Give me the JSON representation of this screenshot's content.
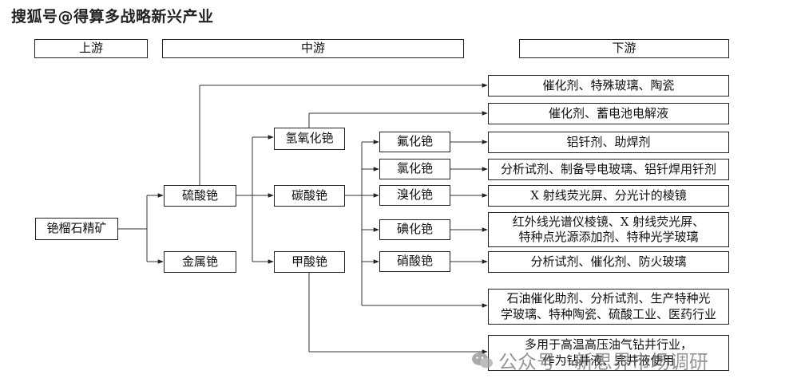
{
  "header": {
    "text": "搜狐号@得算多战略新兴产业"
  },
  "stages": {
    "upstream": "上游",
    "midstream": "中游",
    "downstream": "下游"
  },
  "nodes": {
    "raw": "铯榴石精矿",
    "sulfate": "硫酸铯",
    "metal": "金属铯",
    "hydroxide": "氢氧化铯",
    "carbonate": "碳酸铯",
    "formate": "甲酸铯",
    "fluoride": "氟化铯",
    "chloride": "氯化铯",
    "bromide": "溴化铯",
    "iodide": "碘化铯",
    "nitrate": "硝酸铯"
  },
  "uses": {
    "u1": "催化剂、特殊玻璃、陶瓷",
    "u2": "催化剂、蓄电池电解液",
    "u3": "铝钎剂、助焊剂",
    "u4": "分析试剂、制备导电玻璃、铝钎焊用钎剂",
    "u5": "X 射线荧光屏、分光计的棱镜",
    "u6a": "红外线光谱仪棱镜、X 射线荧光屏、",
    "u6b": "特种点光源添加剂、特种光学玻璃",
    "u7": "分析试剂、催化剂、防火玻璃",
    "u8a": "石油催化助剂、分析试剂、生产特种光",
    "u8b": "学玻璃、特种陶瓷、硫酸工业、医药行业",
    "u9a": "多用于高温高压油气钻井行业，",
    "u9b": "作为钻井液、完井液使用"
  },
  "watermark": {
    "text": "公众号 · 新思界市场调研"
  }
}
